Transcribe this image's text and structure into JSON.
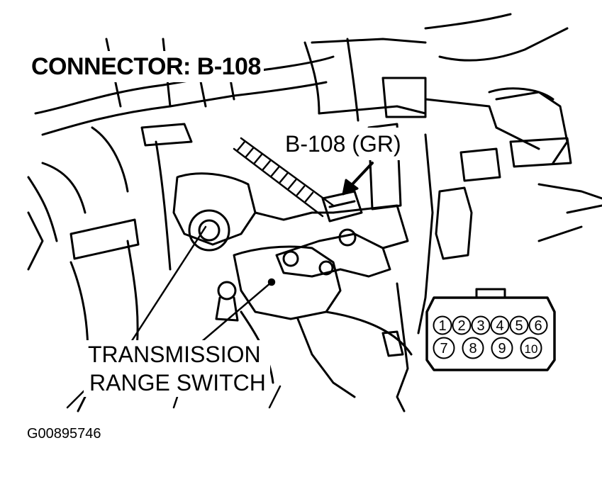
{
  "title": "CONNECTOR: B-108",
  "callout": "B-108 (GR)",
  "part_label": [
    "TRANSMISSION",
    "RANGE SWITCH"
  ],
  "figure_id": "G00895746",
  "connector_face": {
    "top_row": [
      "1",
      "2",
      "3",
      "4",
      "5",
      "6"
    ],
    "bottom_row": [
      "7",
      "8",
      "9",
      "10"
    ]
  }
}
